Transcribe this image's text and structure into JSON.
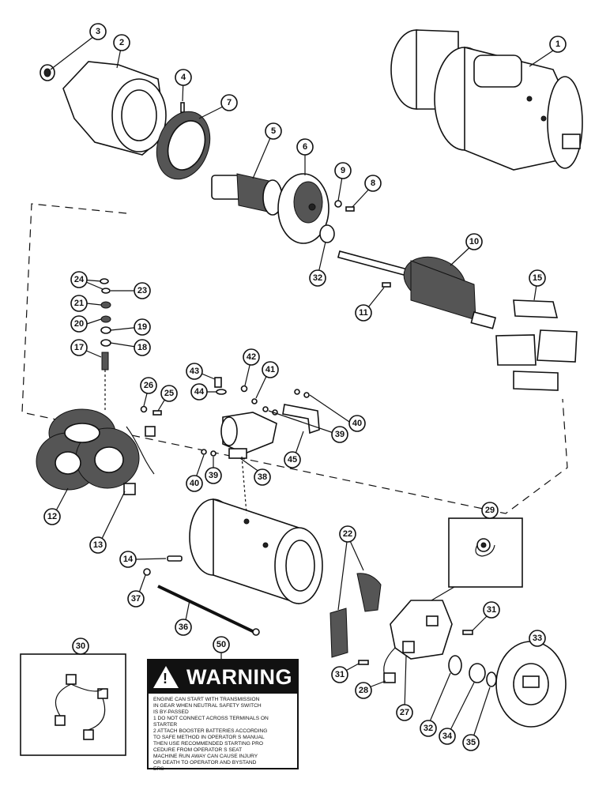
{
  "diagram": {
    "callouts": [
      "1",
      "2",
      "3",
      "4",
      "5",
      "6",
      "7",
      "8",
      "9",
      "10",
      "11",
      "12",
      "13",
      "14",
      "15",
      "17",
      "18",
      "19",
      "20",
      "21",
      "22",
      "23",
      "24",
      "25",
      "26",
      "27",
      "28",
      "29",
      "30",
      "31",
      "31",
      "32",
      "32",
      "33",
      "34",
      "35",
      "36",
      "37",
      "38",
      "39",
      "39",
      "40",
      "40",
      "41",
      "42",
      "43",
      "44",
      "45",
      "50"
    ]
  },
  "warning": {
    "title": "WARNING",
    "lines": [
      "ENGINE CAN START WITH TRANSMISSION",
      "IN GEAR WHEN NEUTRAL SAFETY SWITCH",
      "IS BY-PASSED",
      "1 DO NOT CONNECT ACROSS TERMINALS ON",
      "STARTER",
      "2 ATTACH BOOSTER BATTERIES ACCORDING",
      "TO SAFE METHOD IN OPERATOR S MANUAL",
      "THEN USE RECOMMENDED STARTING PRO",
      "CEDURE FROM OPERATOR S SEAT",
      "MACHINE RUN AWAY CAN CAUSE INJURY",
      "OR DEATH TO OPERATOR AND BYSTAND",
      "ERS"
    ]
  }
}
